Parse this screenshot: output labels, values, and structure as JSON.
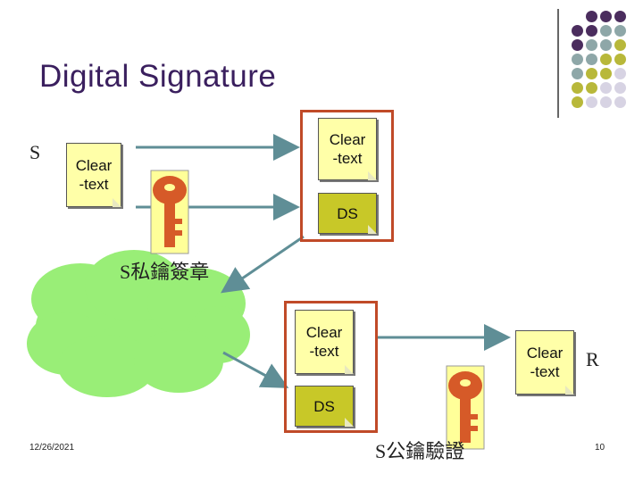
{
  "slide": {
    "title": "Digital Signature",
    "sender": "S",
    "receiver": "R",
    "clear_text": "Clear\n-text",
    "ds_label": "DS",
    "sign_caption": "S私鑰簽章",
    "verify_caption": "S公鑰驗證",
    "date": "12/26/2021",
    "page_number": "10"
  },
  "colors": {
    "title": "#3a1f5e",
    "note_fill": "#ffffa8",
    "ds_fill": "#c8c828",
    "frame": "#c04a28",
    "cloud": "#99ee77",
    "arrow": "#5f8e96",
    "key": "#d65a28",
    "dot_purple": "#4b2d5e",
    "dot_teal": "#8ea7a8",
    "dot_olive": "#b8b83a",
    "dot_lavender": "#d7d3e3"
  },
  "icons": [
    "key-icon",
    "cloud-shape",
    "arrow"
  ]
}
